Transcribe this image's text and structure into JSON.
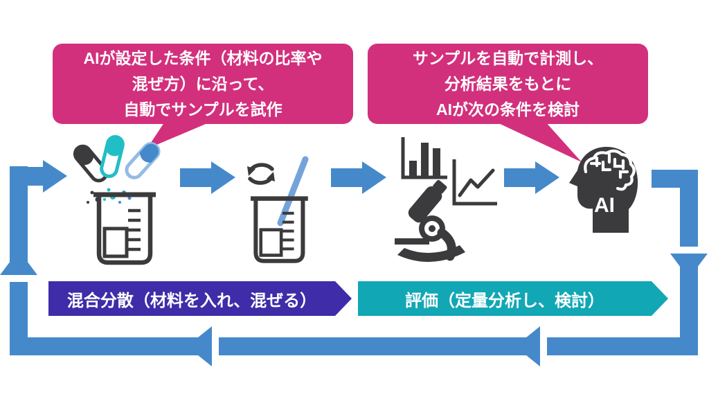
{
  "bubbles": [
    {
      "name": "sample-fabrication-note",
      "lines": [
        "AIが設定した条件（材料の比率や",
        "混ぜ方）に沿って、",
        "自動でサンプルを試作"
      ]
    },
    {
      "name": "measurement-note",
      "lines": [
        "サンプルを自動で計測し、",
        "分析結果をもとに",
        "AIが次の条件を検討"
      ]
    }
  ],
  "banners": [
    {
      "label": "混合分散（材料を入れ、混ぜる）"
    },
    {
      "label": "評価（定量分析し、検討）"
    }
  ],
  "ai_head": {
    "label": "AI"
  },
  "icons": {
    "step1": "test-tubes-pouring-into-beaker",
    "step2": "beaker-with-stirring-rod-and-cycle-arrows",
    "step3": "bar-chart-line-chart-microscope",
    "step4": "ai-head-with-brain"
  },
  "colors": {
    "bubble_pink": "#D2307C",
    "arrow_blue": "#4589CB",
    "banner_purple": "#3E2CA8",
    "banner_teal": "#12A7B5",
    "icon_dark": "#3B3B3D",
    "tube_teal": "#22BEC6",
    "tube_blue": "#4589CB",
    "tube_blue_light": "#93BCE4",
    "rod_blue": "#74A3D9"
  }
}
